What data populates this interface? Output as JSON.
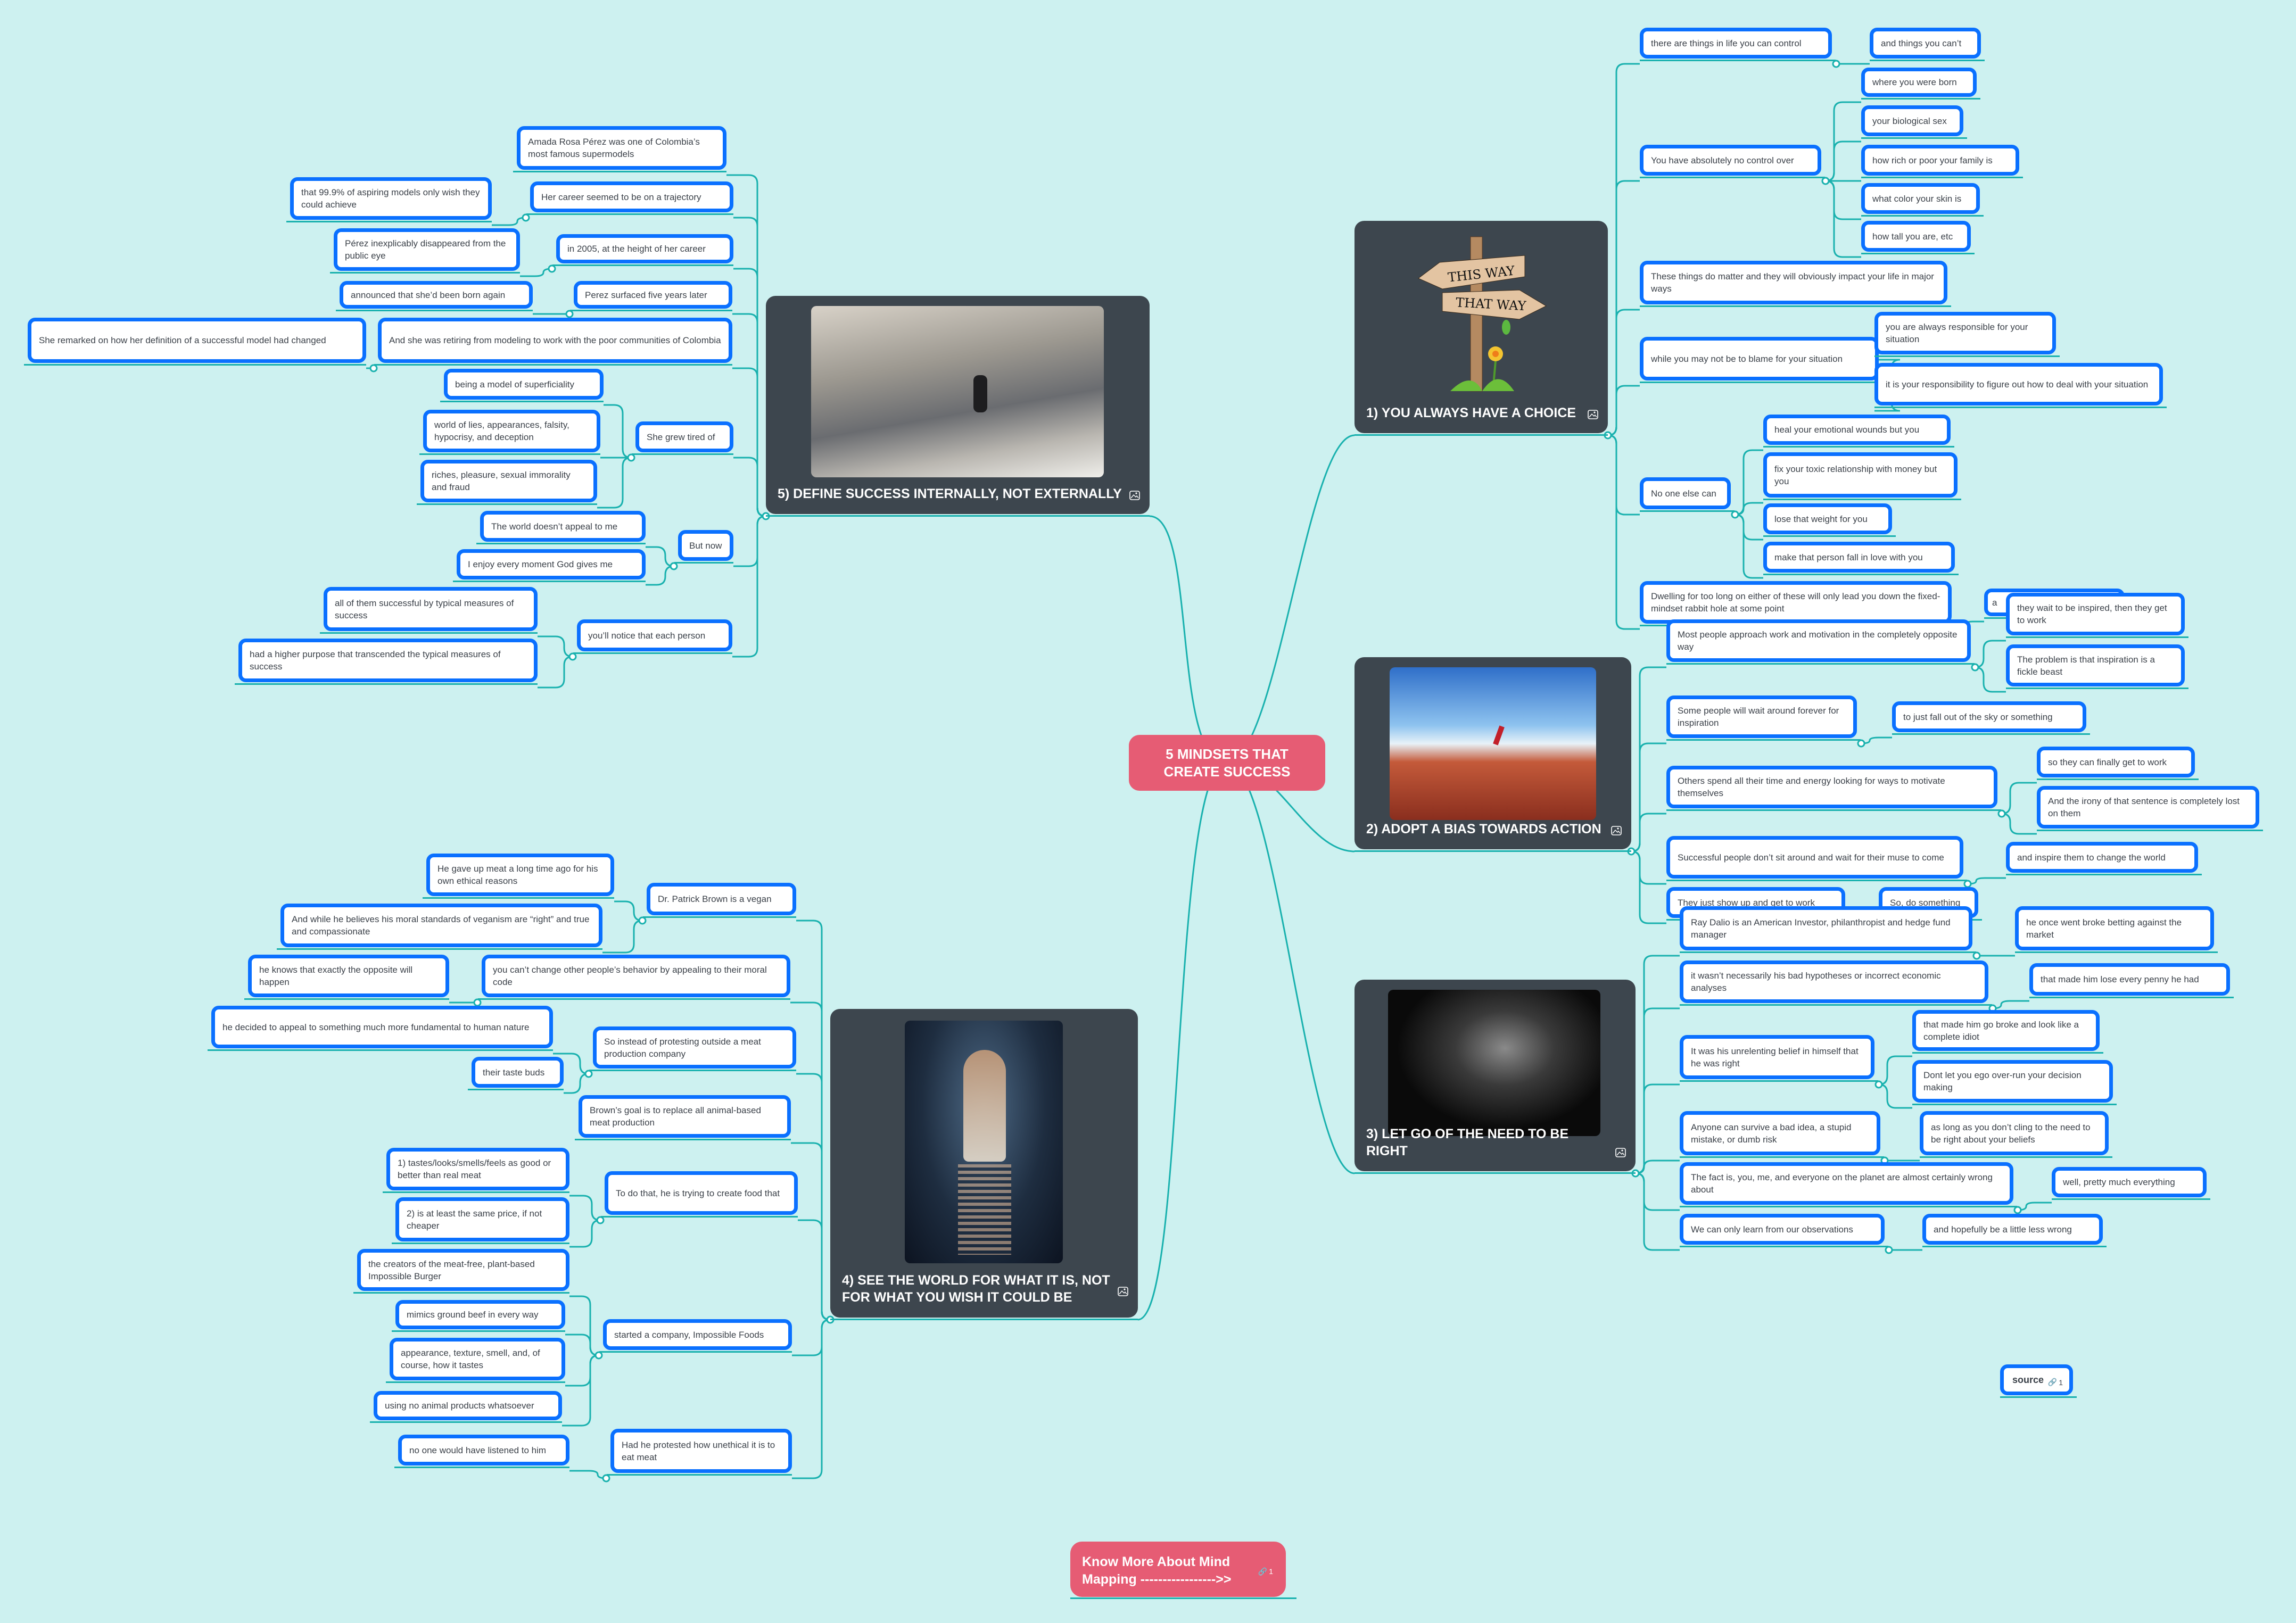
{
  "central_topic": "5 MINDSETS THAT CREATE SUCCESS",
  "colors": {
    "background": "#cdf1f0",
    "central": "#e65c74",
    "node_border": "#0a70ff",
    "connector": "#19b1ae",
    "card": "#3d464e"
  },
  "branches": [
    {
      "title": "1) YOU ALWAYS HAVE A CHOICE",
      "icon": "image-icon",
      "sign_text": [
        "THIS WAY",
        "THAT WAY"
      ],
      "children": [
        {
          "text": "there are things in life you can control",
          "children": [
            {
              "text": "and things you can’t"
            }
          ]
        },
        {
          "text": "You have absolutely no control over",
          "children": [
            {
              "text": "where you were born"
            },
            {
              "text": "your biological sex"
            },
            {
              "text": "how rich or poor your family is"
            },
            {
              "text": "what color your skin is"
            },
            {
              "text": "how tall you are, etc"
            }
          ]
        },
        {
          "text": "These things do matter and they will obviously impact your life in major ways"
        },
        {
          "text": "while you may not be to blame for your situation",
          "children": [
            {
              "text": "you are always responsible for your situation"
            },
            {
              "text": "it is your responsibility to figure out how to deal with your situation"
            }
          ]
        },
        {
          "text": "No one else can",
          "children": [
            {
              "text": "heal your emotional wounds but you"
            },
            {
              "text": "fix your toxic relationship with money but you"
            },
            {
              "text": "lose that weight for you"
            },
            {
              "text": "make that person fall in love with you"
            }
          ]
        },
        {
          "text": "Dwelling for too long on either of these will only lead you down the fixed-mindset rabbit hole at some point",
          "children": [
            {
              "text": "a"
            }
          ]
        }
      ]
    },
    {
      "title": "2) ADOPT A BIAS TOWARDS ACTION",
      "icon": "image-icon",
      "children": [
        {
          "text": "Most people approach work and motivation in the completely opposite way",
          "children": [
            {
              "text": "they wait to be inspired, then they get to work"
            },
            {
              "text": "The problem is that inspiration is a fickle beast"
            }
          ]
        },
        {
          "text": "Some people will wait around forever for inspiration",
          "children": [
            {
              "text": "to just fall out of the sky or something"
            }
          ]
        },
        {
          "text": "Others spend all their time and energy looking for ways to motivate themselves",
          "children": [
            {
              "text": "so they can finally get to work"
            },
            {
              "text": "And the irony of that sentence is completely lost on them"
            }
          ]
        },
        {
          "text": "Successful people don’t sit around and wait for their muse to come",
          "children": [
            {
              "text": "and inspire them to change the world"
            }
          ]
        },
        {
          "text": "They just show up and get to work",
          "children": [
            {
              "text": "So, do something"
            }
          ]
        }
      ]
    },
    {
      "title": "3) LET GO OF THE NEED TO BE RIGHT",
      "icon": "image-icon",
      "children": [
        {
          "text": "Ray Dalio is an American Investor, philanthropist and hedge fund manager",
          "children": [
            {
              "text": "he once went broke betting against the market"
            }
          ]
        },
        {
          "text": "it wasn’t necessarily his bad hypotheses or incorrect economic analyses",
          "children": [
            {
              "text": "that made him lose every penny he had"
            }
          ]
        },
        {
          "text": "It was his unrelenting belief in himself that he was right",
          "children": [
            {
              "text": "that made him go broke and look like a complete idiot"
            },
            {
              "text": "Dont let you ego over-run your decision making"
            }
          ]
        },
        {
          "text": "Anyone can survive a bad idea, a stupid mistake, or dumb risk",
          "children": [
            {
              "text": "as long as you don’t cling to the need to be right about your beliefs"
            }
          ]
        },
        {
          "text": "The fact is, you, me, and everyone on the planet are almost certainly wrong about",
          "children": [
            {
              "text": "well, pretty much everything"
            }
          ]
        },
        {
          "text": "We can only learn from our observations",
          "children": [
            {
              "text": "and hopefully be a little less wrong"
            }
          ]
        }
      ]
    },
    {
      "title": "4) SEE THE WORLD FOR WHAT IT IS, NOT FOR WHAT YOU WISH IT COULD BE",
      "icon": "image-icon",
      "children": [
        {
          "text": "Dr. Patrick Brown is a vegan",
          "children": [
            {
              "text": "He gave up meat a long time ago for his own ethical reasons"
            },
            {
              "text": "And while he believes his moral standards of veganism are “right” and true and compassionate"
            }
          ]
        },
        {
          "text": "you can’t change other people’s behavior by appealing to their moral code",
          "children": [
            {
              "text": "he knows that exactly the opposite will happen"
            }
          ]
        },
        {
          "text": "So instead of protesting outside a meat production company",
          "children": [
            {
              "text": "he decided to appeal to something much more fundamental to human nature"
            },
            {
              "text": "their taste buds"
            }
          ]
        },
        {
          "text": "Brown’s goal is to replace all animal-based meat production"
        },
        {
          "text": "To do that, he is trying to create food that",
          "children": [
            {
              "text": "1) tastes/looks/smells/feels as good or better than real meat"
            },
            {
              "text": "2) is at least the same price, if not cheaper"
            }
          ]
        },
        {
          "text": "started a company, Impossible Foods",
          "children": [
            {
              "text": "the creators of the meat-free, plant-based Impossible Burger"
            },
            {
              "text": "mimics ground beef in every way"
            },
            {
              "text": "appearance, texture, smell, and, of course, how it tastes"
            },
            {
              "text": "using no animal products whatsoever"
            }
          ]
        },
        {
          "text": "Had he protested how unethical it is to eat meat",
          "children": [
            {
              "text": "no one would have listened to him"
            }
          ]
        }
      ]
    },
    {
      "title": "5) DEFINE SUCCESS INTERNALLY, NOT EXTERNALLY",
      "icon": "image-icon",
      "children": [
        {
          "text": "Amada Rosa Pérez was one of Colombia’s most famous supermodels"
        },
        {
          "text": "Her career seemed to be on a trajectory",
          "children": [
            {
              "text": "that 99.9% of aspiring models only wish they could achieve"
            }
          ]
        },
        {
          "text": "in 2005, at the height of her career",
          "children": [
            {
              "text": "Pérez inexplicably disappeared from the public eye"
            }
          ]
        },
        {
          "text": "Perez surfaced five years later",
          "children": [
            {
              "text": "announced that she’d been born again"
            }
          ]
        },
        {
          "text": "And she was retiring from modeling to work with the poor communities of Colombia",
          "children": [
            {
              "text": "She remarked on how her definition of a successful model had changed"
            }
          ]
        },
        {
          "text": "She grew tired of",
          "children": [
            {
              "text": "being a model of superficiality"
            },
            {
              "text": "world of lies, appearances, falsity, hypocrisy, and deception"
            },
            {
              "text": "riches, pleasure, sexual immorality and fraud"
            }
          ]
        },
        {
          "text": "But now",
          "children": [
            {
              "text": "The world doesn’t appeal to me"
            },
            {
              "text": "I enjoy every moment God gives me"
            }
          ]
        },
        {
          "text": "you’ll notice that each person",
          "children": [
            {
              "text": "all of them successful by typical measures of success"
            },
            {
              "text": "had a higher purpose that transcended the typical measures of success"
            }
          ]
        }
      ]
    }
  ],
  "floating": {
    "source": {
      "label": "source",
      "link_count": "1",
      "icon": "link-icon"
    },
    "know_more": {
      "label": "Know More About Mind Mapping ----------------->>",
      "link_count": "1",
      "icon": "link-icon"
    }
  }
}
